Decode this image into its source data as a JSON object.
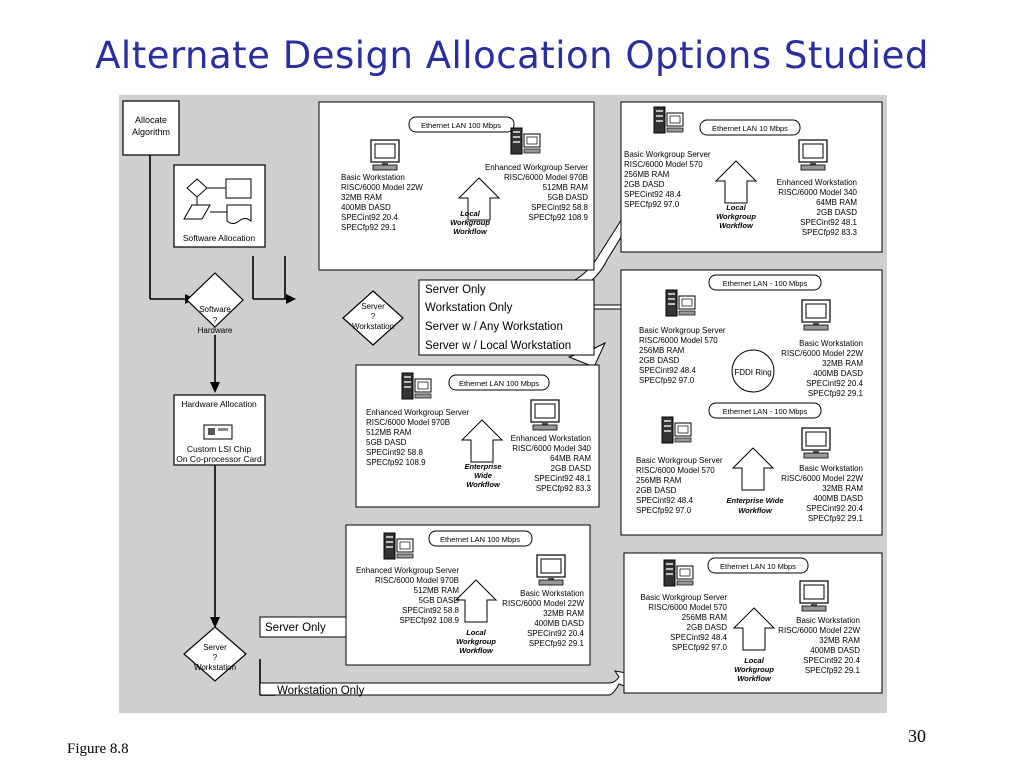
{
  "title": "Alternate Design Allocation Options Studied",
  "figure_caption": "Figure 8.8",
  "page_number": "30",
  "flow": {
    "allocate": [
      "Allocate",
      "Algorithm"
    ],
    "software_allocation": "Software Allocation",
    "decision_sw_hw": [
      "Software",
      "?",
      "Hardware"
    ],
    "decision_server_ws": [
      "Server",
      "?",
      "Workstation"
    ],
    "hardware_allocation": "Hardware Allocation",
    "custom_chip": [
      "Custom LSI Chip",
      "On Co-processor Card"
    ],
    "decision_server_ws_2": [
      "Server",
      "?",
      "Workstation"
    ]
  },
  "options": {
    "server_only": "Server Only",
    "workstation_only": "Workstation Only",
    "server_any_ws": "Server w / Any Workstation",
    "server_local_ws": "Server w / Local Workstation",
    "server_only_2": "Server Only",
    "workstation_only_2": "Workstation Only"
  },
  "panels": {
    "p1": {
      "lan": "Ethernet LAN 100 Mbps",
      "workstation": [
        "Basic Workstation",
        "RISC/6000 Model 22W",
        "32MB RAM",
        "400MB DASD",
        "SPECint92 20.4",
        "SPECfp92  29.1"
      ],
      "server": [
        "Enhanced Workgroup Server",
        "RISC/6000 Model 970B",
        "512MB RAM",
        "5GB DASD",
        "SPECint92 58.8",
        "SPECfp92  108.9"
      ],
      "workflow": [
        "Local",
        "Workgroup",
        "Workflow"
      ]
    },
    "p2": {
      "lan": "Ethernet LAN 10 Mbps",
      "server": [
        "Basic Workgroup Server",
        "RISC/6000 Model 570",
        "256MB RAM",
        "2GB DASD",
        "SPECint92 48.4",
        "SPECfp92  97.0"
      ],
      "workstation": [
        "Enhanced Workstation",
        "RISC/6000 Model 340",
        "64MB RAM",
        "2GB DASD",
        "SPECint92 48.1",
        "SPECfp92  83.3"
      ],
      "workflow": [
        "Local",
        "Workgroup",
        "Workflow"
      ]
    },
    "p3": {
      "lan": "Ethernet LAN 100 Mbps",
      "server": [
        "Enhanced Workgroup Server",
        "RISC/6000 Model 970B",
        "512MB RAM",
        "5GB DASD",
        "SPECint92 58.8",
        "SPECfp92  108.9"
      ],
      "workstation": [
        "Enhanced Workstation",
        "RISC/6000 Model 340",
        "64MB RAM",
        "2GB DASD",
        "SPECint92 48.1",
        "SPECfp92  83.3"
      ],
      "workflow": [
        "Enterprise",
        "Wide",
        "Workflow"
      ]
    },
    "p4": {
      "lan_top": "Ethernet LAN - 100 Mbps",
      "lan_bottom": "Ethernet LAN - 100 Mbps",
      "ring": "FDDI Ring",
      "server_top": [
        "Basic Workgroup Server",
        "RISC/6000 Model 570",
        "256MB RAM",
        "2GB DASD",
        "SPECint92 48.4",
        "SPECfp92  97.0"
      ],
      "ws_top": [
        "Basic Workstation",
        "RISC/6000 Model 22W",
        "32MB RAM",
        "400MB DASD",
        "SPECint92 20.4",
        "SPECfp92  29.1"
      ],
      "server_bottom": [
        "Basic Workgroup Server",
        "RISC/6000 Model 570",
        "256MB RAM",
        "2GB DASD",
        "SPECint92 48.4",
        "SPECfp92  97.0"
      ],
      "ws_bottom": [
        "Basic Workstation",
        "RISC/6000 Model 22W",
        "32MB RAM",
        "400MB DASD",
        "SPECint92 20.4",
        "SPECfp92  29.1"
      ],
      "workflow": [
        "Enterprise Wide",
        "Workflow"
      ]
    },
    "p5": {
      "lan": "Ethernet LAN 100 Mbps",
      "server": [
        "Enhanced Workgroup Server",
        "RISC/6000 Model 970B",
        "512MB RAM",
        "5GB DASD",
        "SPECint92 58.8",
        "SPECfp92  108.9"
      ],
      "workstation": [
        "Basic Workstation",
        "RISC/6000 Model 22W",
        "32MB RAM",
        "400MB DASD",
        "SPECint92 20.4",
        "SPECfp92  29.1"
      ],
      "workflow": [
        "Local",
        "Workgroup",
        "Workflow"
      ]
    },
    "p6": {
      "lan": "Ethernet LAN 10 Mbps",
      "server": [
        "Basic Workgroup Server",
        "RISC/6000 Model 570",
        "256MB RAM",
        "2GB DASD",
        "SPECint92 48.4",
        "SPECfp92  97.0"
      ],
      "workstation": [
        "Basic Workstation",
        "RISC/6000 Model 22W",
        "32MB RAM",
        "400MB DASD",
        "SPECint92 20.4",
        "SPECfp92  29.1"
      ],
      "workflow": [
        "Local",
        "Workgroup",
        "Workflow"
      ]
    }
  }
}
